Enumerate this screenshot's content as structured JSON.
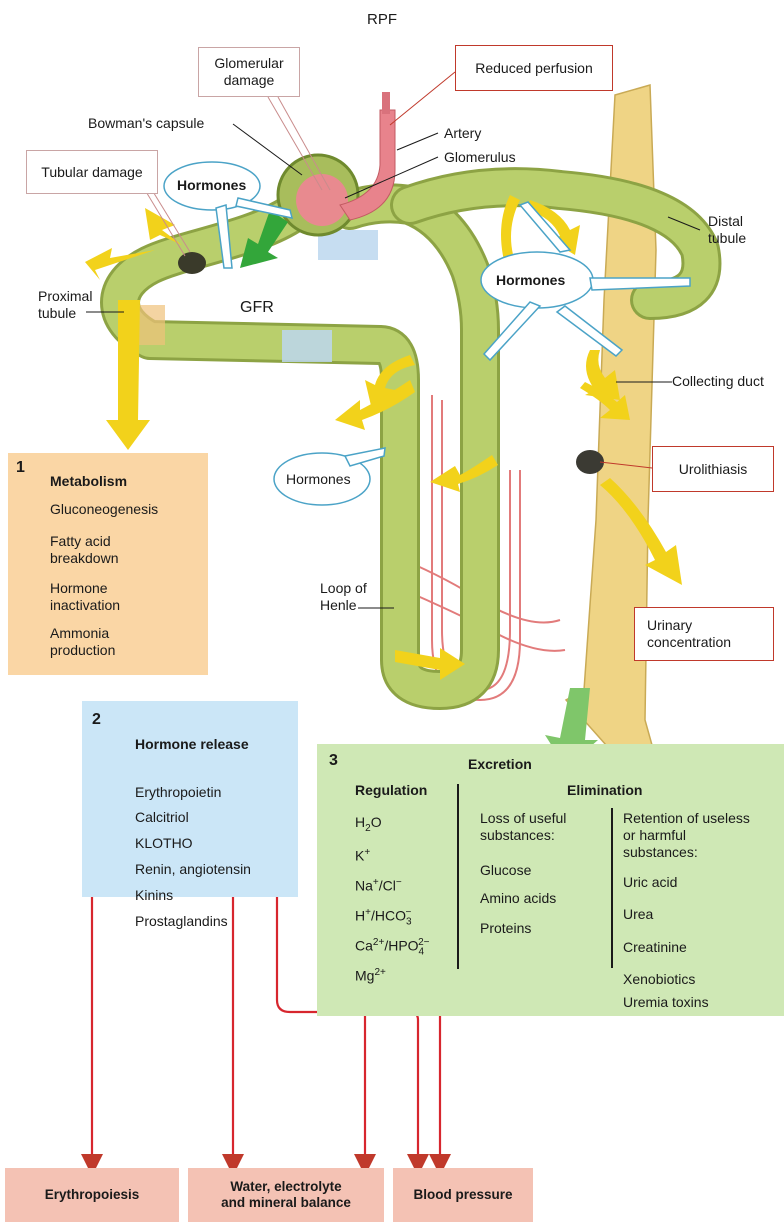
{
  "title": "RPF",
  "colors": {
    "tubule": "#b3c966",
    "tubule_dark": "#8da344",
    "vessel": "#e8838c",
    "duct": "#efd485",
    "arrow": "#f2d21b",
    "accent_red": "#c0392b",
    "hormone_blue": "#4ba3c7",
    "panel_orange": "#fad6a5",
    "panel_blue": "#cbe6f7",
    "panel_green": "#cfe8b5",
    "out_pink": "#f4c2b4"
  },
  "labels": {
    "bowmans_capsule": "Bowman's capsule",
    "artery": "Artery",
    "glomerulus": "Glomerulus",
    "distal_tubule": "Distal\ntubule",
    "proximal_tubule": "Proximal\ntubule",
    "gfr": "GFR",
    "collecting_duct": "Collecting duct",
    "loop_of_henle": "Loop of\nHenle",
    "hormones": "Hormones"
  },
  "pathology": {
    "glomerular_damage": "Glomerular\ndamage",
    "reduced_perfusion": "Reduced perfusion",
    "tubular_damage": "Tubular damage",
    "urolithiasis": "Urolithiasis",
    "urinary_concentration": "Urinary\nconcentration"
  },
  "panel1": {
    "num": "1",
    "title": "Metabolism",
    "items": [
      "Gluconeogenesis",
      "Fatty acid\nbreakdown",
      "Hormone\ninactivation",
      "Ammonia\nproduction"
    ]
  },
  "panel2": {
    "num": "2",
    "title": "Hormone release",
    "items": [
      "Erythropoietin",
      "Calcitriol",
      "KLOTHO",
      "Renin, angiotensin",
      "Kinins",
      "Prostaglandins"
    ]
  },
  "panel3": {
    "num": "3",
    "title": "Excretion",
    "regulation_title": "Regulation",
    "regulation_items": [
      {
        "base": "H",
        "sub": "2",
        "rest": "O"
      },
      {
        "base": "K",
        "sup": "+"
      },
      {
        "base": "Na",
        "sup": "+",
        "rest": "/Cl",
        "sup2": "−"
      },
      {
        "base": "H",
        "sup": "+",
        "rest": "/HCO",
        "sub2": "3",
        "sup2": "−"
      },
      {
        "base": "Ca",
        "sup": "2+",
        "rest": "/HPO",
        "sub2": "4",
        "sup2": "2−"
      },
      {
        "base": "Mg",
        "sup": "2+"
      }
    ],
    "elimination_title": "Elimination",
    "loss_title": "Loss of useful\nsubstances:",
    "loss_items": [
      "Glucose",
      "Amino acids",
      "Proteins"
    ],
    "retention_title": "Retention of useless\nor harmful\nsubstances:",
    "retention_items": [
      "Uric acid",
      "Urea",
      "Creatinine",
      "Xenobiotics",
      "Uremia toxins"
    ]
  },
  "outcomes": [
    "Erythropoiesis",
    "Water, electrolyte\nand mineral balance",
    "Blood pressure"
  ]
}
